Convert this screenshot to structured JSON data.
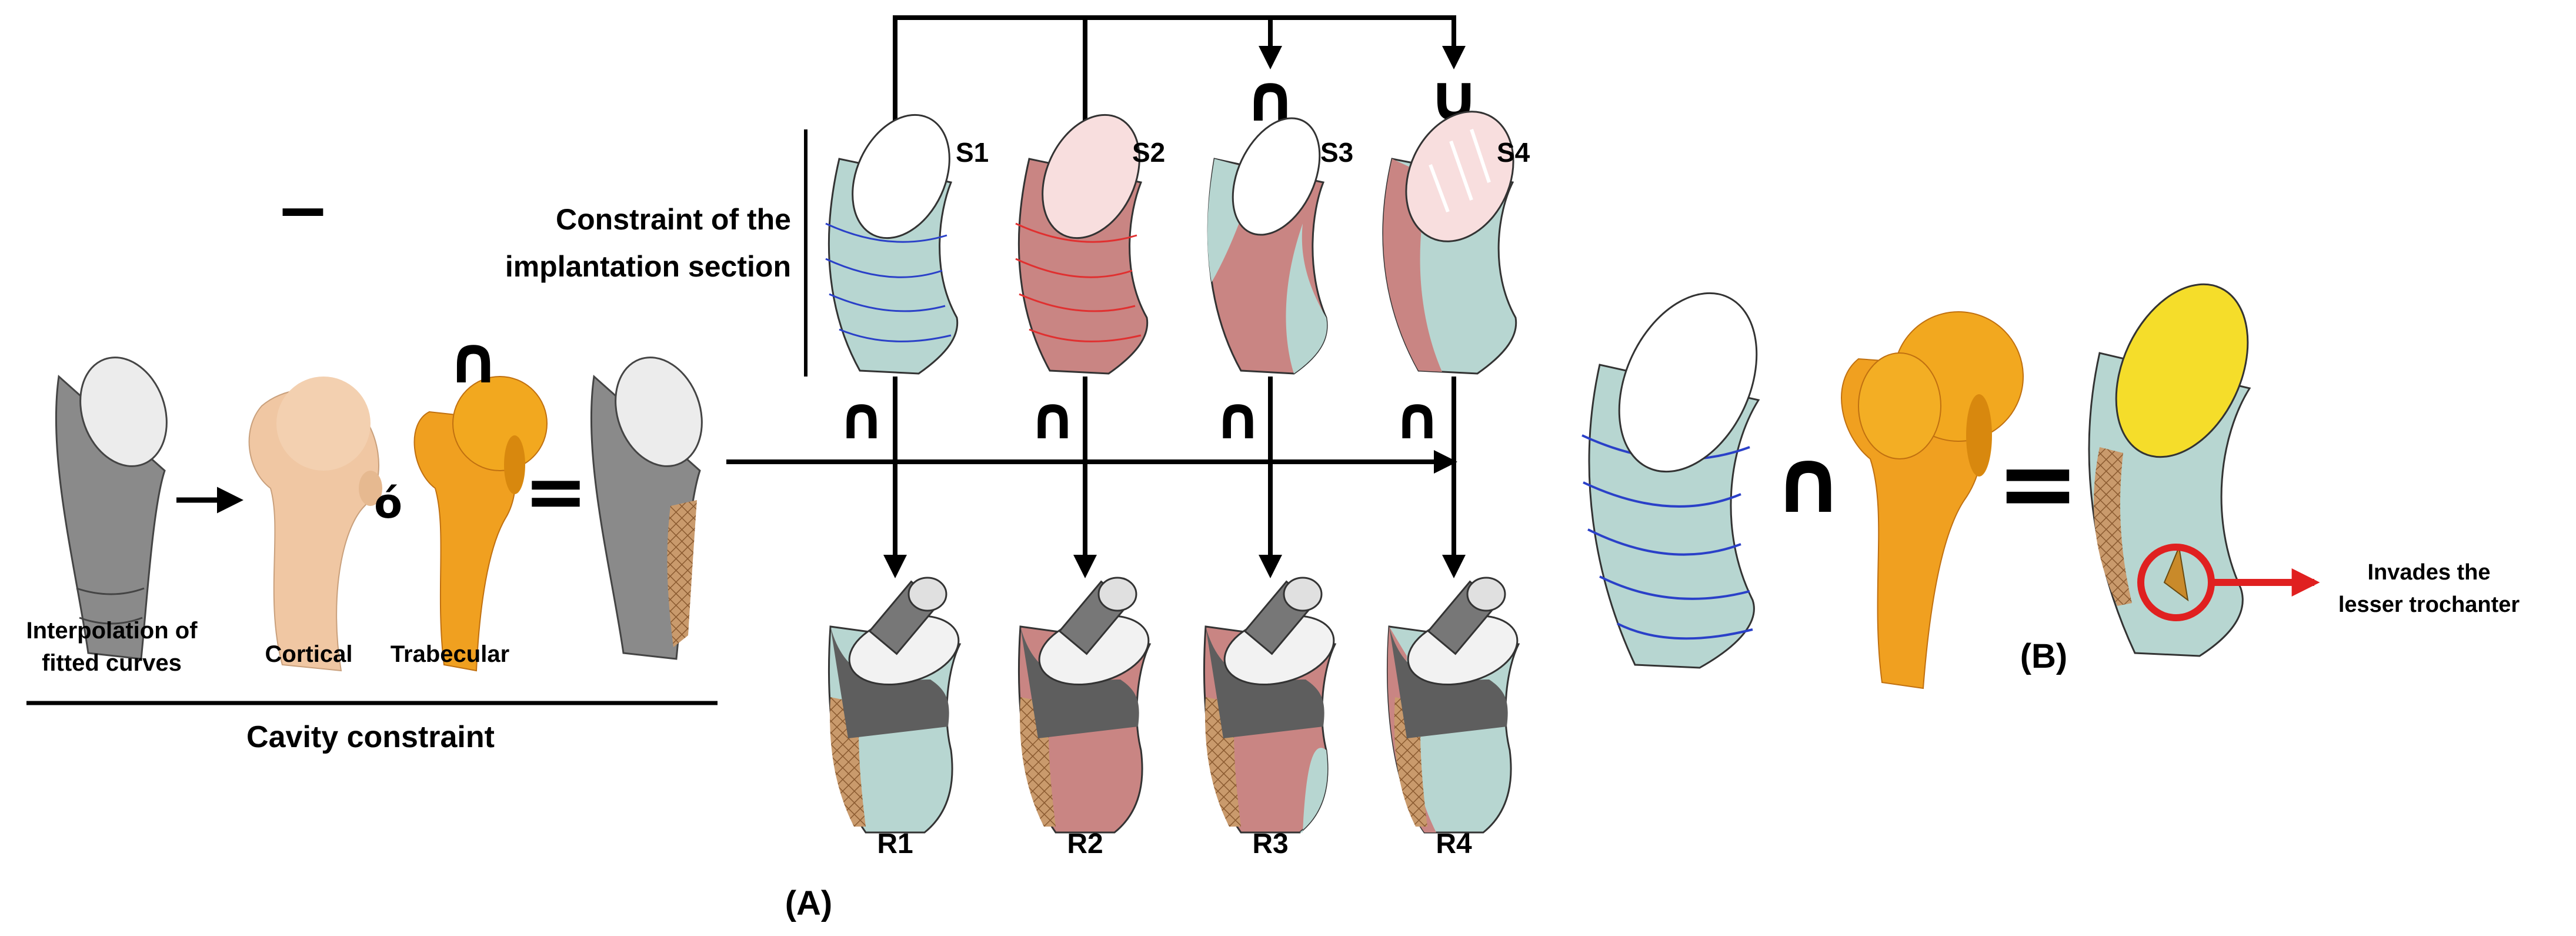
{
  "figure": {
    "label_a": "(A)",
    "label_b": "(B)"
  },
  "cavity": {
    "caption_interp_line1": "Interpolation of",
    "caption_interp_line2": "fitted curves",
    "caption_cortical": "Cortical",
    "caption_trabecular": "Trabecular",
    "title": "Cavity constraint",
    "op_minus": "−",
    "op_intersect": "∩",
    "op_or": "ó",
    "op_equals": "="
  },
  "section_constraint": {
    "title_line1": "Constraint of the",
    "title_line2": "implantation section"
  },
  "sections": [
    {
      "label": "S1",
      "top_op": ""
    },
    {
      "label": "S2",
      "top_op": ""
    },
    {
      "label": "S3",
      "top_op": "∩"
    },
    {
      "label": "S4",
      "top_op": "∪"
    }
  ],
  "results": [
    {
      "label": "R1",
      "op": "∩"
    },
    {
      "label": "R2",
      "op": "∩"
    },
    {
      "label": "R3",
      "op": "∩"
    },
    {
      "label": "R4",
      "op": "∩"
    }
  ],
  "panel_b": {
    "op_intersect": "∩",
    "op_equals": "=",
    "note_line1": "Invades the",
    "note_line2": "lesser trochanter"
  },
  "colors": {
    "teal": "#b7d6d1",
    "teal_dark": "#8fb4ae",
    "red": "#c98583",
    "red_dark": "#b06a68",
    "cap_white": "#ffffff",
    "cap_pink": "#f8dede",
    "gray": "#8a8a8a",
    "gray_dark": "#5e5e5e",
    "bone": "#f0c7a3",
    "trabecular": "#f0a020",
    "yellow": "#f5dd2a",
    "arrow_red": "#e02020",
    "line_blue": "#2a40c8",
    "line_red": "#e03030"
  }
}
